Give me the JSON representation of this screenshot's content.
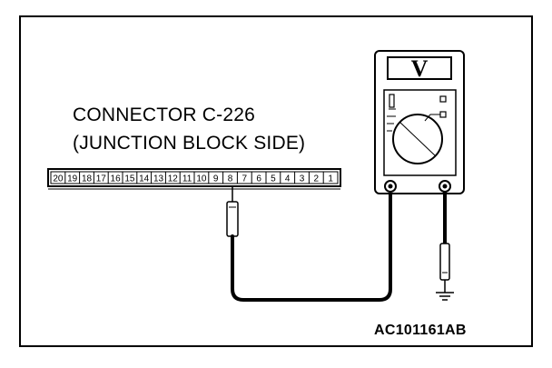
{
  "connector": {
    "label_line1": "CONNECTOR C-226",
    "label_line2": "(JUNCTION BLOCK SIDE)",
    "pins": [
      "20",
      "19",
      "18",
      "17",
      "16",
      "15",
      "14",
      "13",
      "12",
      "11",
      "10",
      "9",
      "8",
      "7",
      "6",
      "5",
      "4",
      "3",
      "2",
      "1"
    ],
    "probed_pin": "8"
  },
  "meter": {
    "unit_symbol": "V"
  },
  "figure_code": "AC101161AB"
}
